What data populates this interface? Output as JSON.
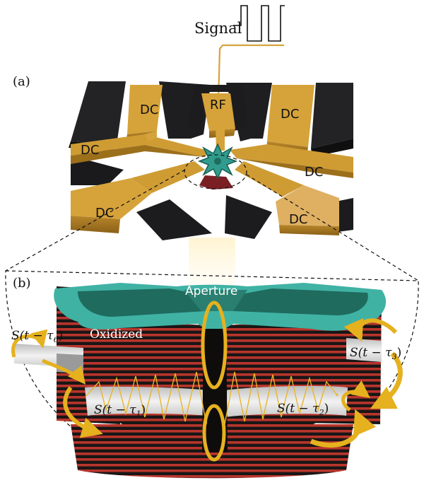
{
  "panels": {
    "a": "(a)",
    "b": "(b)"
  },
  "signal_label": "Signal",
  "electrodes": {
    "rf": "RF",
    "dc": [
      "DC",
      "DC",
      "DC",
      "DC",
      "DC",
      "DC"
    ]
  },
  "device": {
    "aperture": "Aperture",
    "oxidized": "Oxidized"
  },
  "signals": [
    {
      "fn": "S",
      "lead": "(t − τ",
      "index": "6",
      "trail": ")"
    },
    {
      "fn": "S",
      "lead": "(t − τ",
      "index": "3",
      "trail": ")"
    },
    {
      "fn": "S",
      "lead": "(t − τ",
      "index": "1",
      "trail": ")"
    },
    {
      "fn": "S",
      "lead": "(t − τ",
      "index": "2",
      "trail": ")"
    }
  ],
  "colors": {
    "gold": "#d6a33a",
    "gold_dark": "#a97a1f",
    "black_pad": "#1c1c1e",
    "teal": "#3fb2a4",
    "teal_dark": "#1f6b5e",
    "dbr_red": "#b8352c",
    "arrow_yellow": "#e5b11f"
  }
}
